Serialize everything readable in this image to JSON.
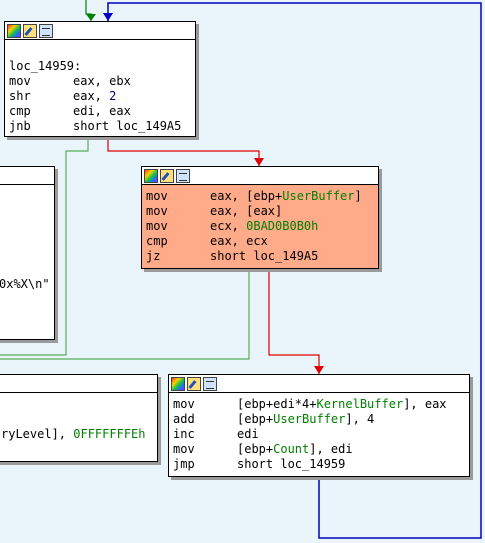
{
  "colors": {
    "background": "#eaf4fb",
    "block_fill": "#ffffff",
    "highlight_fill": "#ffaa88",
    "edge_true": "#008000",
    "edge_false": "#ff0000",
    "edge_jump": "#0000c0",
    "operand_green": "#008000",
    "number_navy": "#000080"
  },
  "title_buttons": [
    "graph-overview-icon",
    "edit-pencil-icon",
    "listing-view-icon"
  ],
  "block_loc_14959": {
    "label": "loc_14959:",
    "lines": [
      {
        "mnemonic": "mov",
        "operand": "eax, ebx"
      },
      {
        "mnemonic": "shr",
        "operand_pre": "eax, ",
        "operand_num": "2"
      },
      {
        "mnemonic": "cmp",
        "operand": "edi, eax"
      },
      {
        "mnemonic": "jnb",
        "operand": "short loc_149A5"
      }
    ]
  },
  "block_check": {
    "lines": [
      {
        "mnemonic": "mov",
        "pre": "eax, [ebp+",
        "green": "UserBuffer",
        "post": "]"
      },
      {
        "mnemonic": "mov",
        "pre": "eax, [eax]",
        "green": "",
        "post": ""
      },
      {
        "mnemonic": "mov",
        "pre": "ecx, ",
        "green": "0BAD0B0B0h",
        "post": ""
      },
      {
        "mnemonic": "cmp",
        "pre": "eax, ecx",
        "green": "",
        "post": ""
      },
      {
        "mnemonic": "jz",
        "pre": "short loc_149A5",
        "green": "",
        "post": ""
      }
    ]
  },
  "block_copy": {
    "lines": [
      {
        "mnemonic": "mov",
        "pre": "[ebp+edi*4+",
        "green": "KernelBuffer",
        "post": "], eax"
      },
      {
        "mnemonic": "add",
        "pre": "[ebp+",
        "green": "UserBuffer",
        "post": "], 4"
      },
      {
        "mnemonic": "inc",
        "pre": "edi",
        "green": "",
        "post": ""
      },
      {
        "mnemonic": "mov",
        "pre": "[ebp+",
        "green": "Count",
        "post": "], edi"
      },
      {
        "mnemonic": "jmp",
        "pre": "short loc_14959",
        "green": "",
        "post": ""
      }
    ]
  },
  "partial_left_top": {
    "text": "0x%X\\n\""
  },
  "partial_left_bottom": {
    "pre": "ryLevel], ",
    "green": "0FFFFFFFEh"
  }
}
